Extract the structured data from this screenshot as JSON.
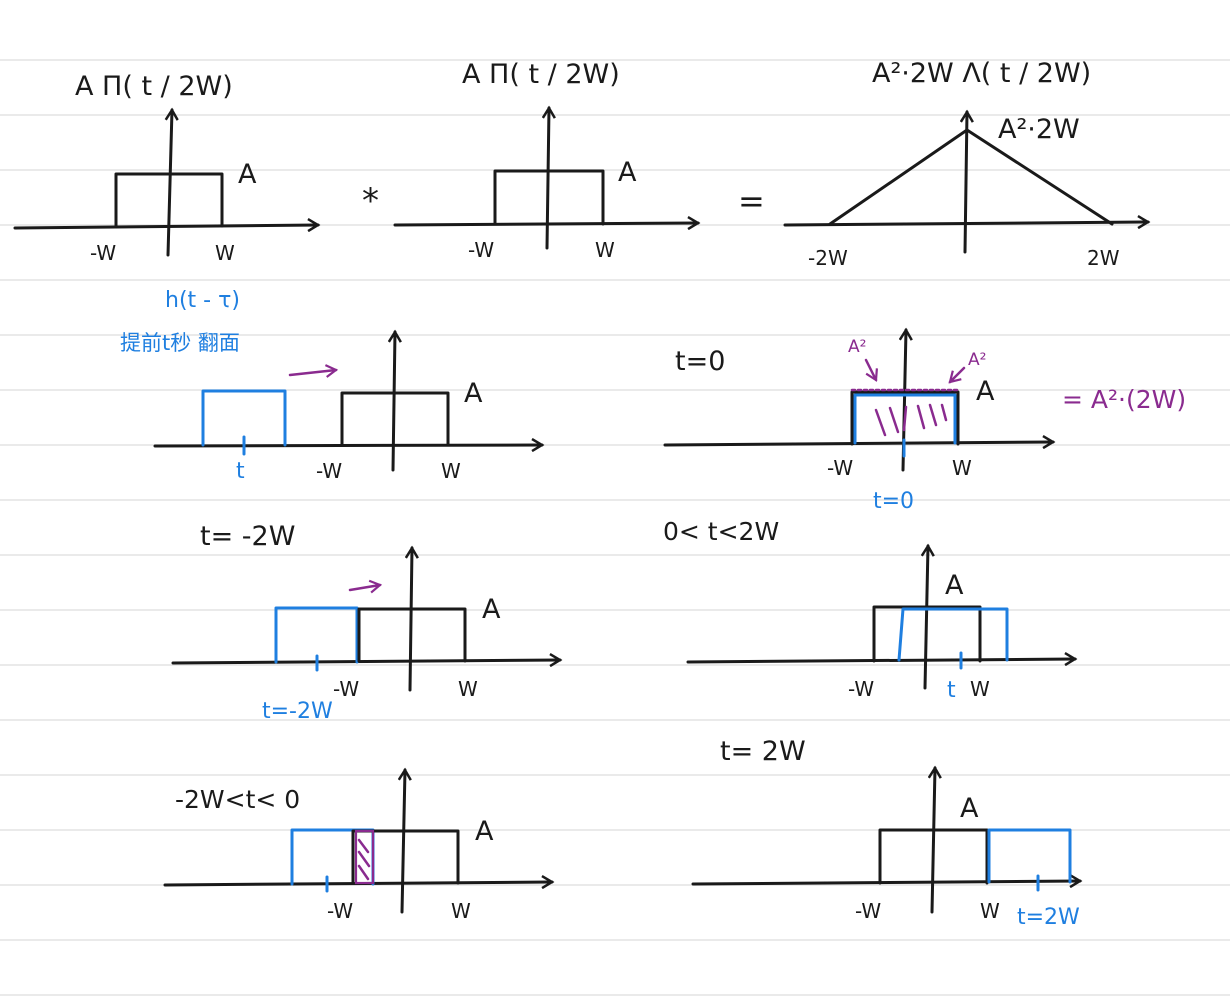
{
  "colors": {
    "ink": "#1a1a1a",
    "blue": "#1f7fe0",
    "purple": "#8a2b8f",
    "rule": "#e4e4e4"
  },
  "top": {
    "f_label": "A Π( t / 2W)",
    "g_label": "A Π( t / 2W)",
    "result_label": "A²·2W Λ( t / 2W)",
    "conv_symbol": "*",
    "equals_symbol": "=",
    "f_height": "A",
    "g_height": "A",
    "peak_label": "A²·2W",
    "f_ticks": [
      "-W",
      "W"
    ],
    "g_ticks": [
      "-W",
      "W"
    ],
    "result_ticks": [
      "-2W",
      "2W"
    ]
  },
  "panel_shift": {
    "note_expr": "h(t - τ)",
    "note_text": "提前t秒 翻面",
    "t_mark": "t",
    "height": "A",
    "ticks": [
      "-W",
      "W"
    ]
  },
  "panel_t0": {
    "condition": "t=0",
    "peak_left": "A²",
    "peak_right": "A²",
    "height": "A",
    "area": "= A²·(2W)",
    "t_mark": "t=0",
    "ticks": [
      "-W",
      "W"
    ]
  },
  "panel_tm2w": {
    "condition": "t= -2W",
    "height": "A",
    "t_mark": "t=-2W",
    "ticks": [
      "-W",
      "W"
    ]
  },
  "panel_between_pos": {
    "condition": "0< t<2W",
    "height": "A",
    "t_mark": "t",
    "ticks": [
      "-W",
      "W"
    ]
  },
  "panel_between_neg": {
    "condition": "-2W<t< 0",
    "height": "A",
    "ticks": [
      "-W",
      "W"
    ]
  },
  "panel_t2w": {
    "condition": "t= 2W",
    "height": "A",
    "t_mark": "t=2W",
    "ticks": [
      "-W",
      "W"
    ]
  }
}
